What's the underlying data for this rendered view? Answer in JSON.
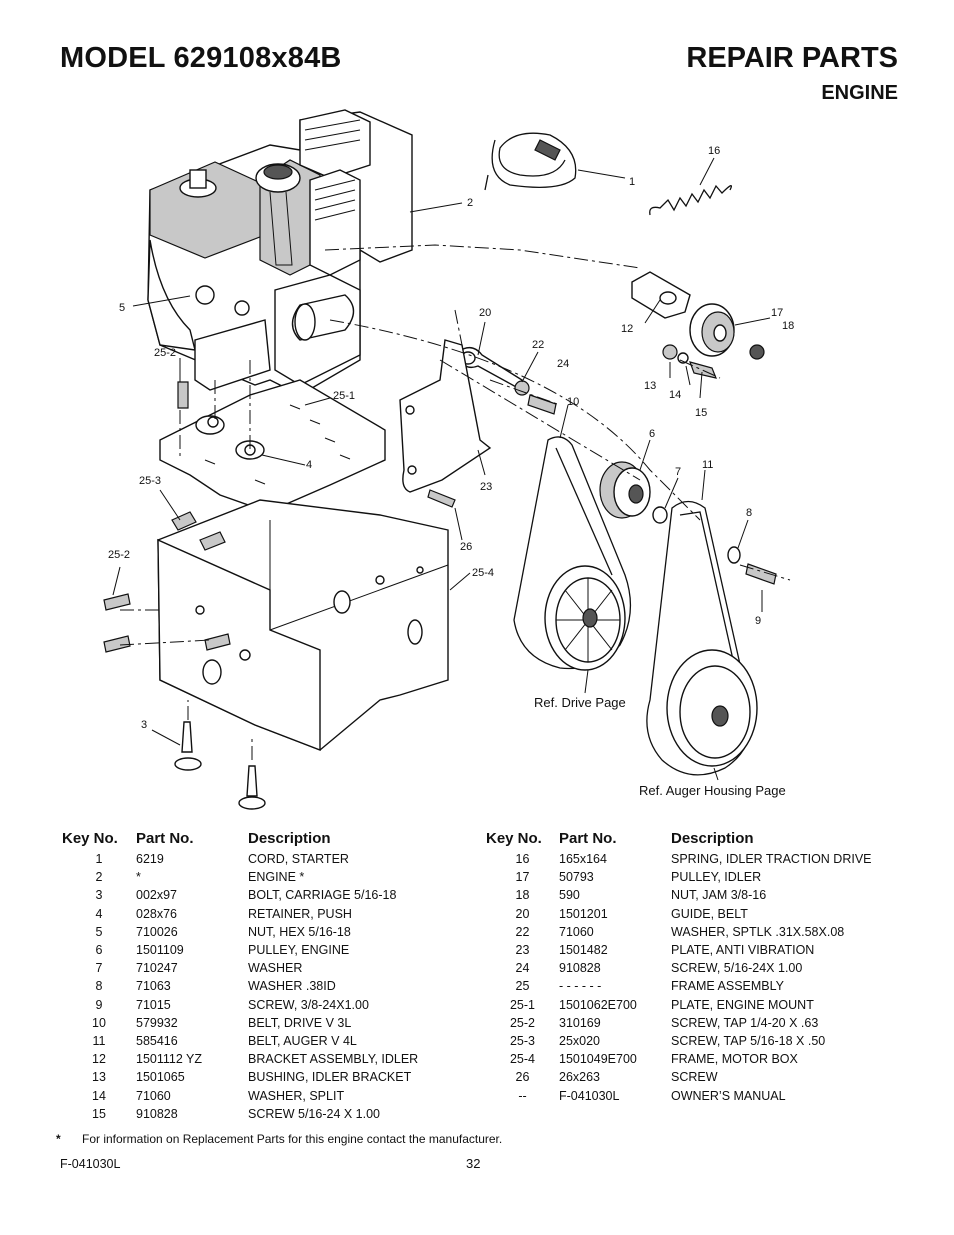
{
  "header": {
    "model": "MODEL 629108x84B",
    "section": "REPAIR PARTS",
    "subsection": "ENGINE"
  },
  "diagram": {
    "callouts": [
      "16",
      "1",
      "2",
      "5",
      "25-2",
      "25-1",
      "4",
      "25-3",
      "25-2",
      "3",
      "20",
      "22",
      "24",
      "12",
      "17",
      "18",
      "13",
      "14",
      "15",
      "10",
      "6",
      "7",
      "11",
      "8",
      "9",
      "23",
      "26",
      "25-4"
    ],
    "ref_drive": "Ref. Drive Page",
    "ref_auger": "Ref. Auger Housing Page"
  },
  "table": {
    "headers": {
      "key": "Key No.",
      "part": "Part No.",
      "desc": "Description"
    },
    "left": [
      {
        "key": "1",
        "part": "6219",
        "desc": "CORD, STARTER"
      },
      {
        "key": "2",
        "part": "*",
        "desc": "ENGINE  *"
      },
      {
        "key": "3",
        "part": "002x97",
        "desc": "BOLT, CARRIAGE 5/16-18"
      },
      {
        "key": "4",
        "part": "028x76",
        "desc": "RETAINER, PUSH"
      },
      {
        "key": "5",
        "part": "710026",
        "desc": "NUT, HEX  5/16-18"
      },
      {
        "key": "6",
        "part": "1501109",
        "desc": "PULLEY, ENGINE"
      },
      {
        "key": "7",
        "part": "710247",
        "desc": "WASHER"
      },
      {
        "key": "8",
        "part": "71063",
        "desc": "WASHER .38ID"
      },
      {
        "key": "9",
        "part": "71015",
        "desc": "SCREW,  3/8-24X1.00"
      },
      {
        "key": "10",
        "part": "579932",
        "desc": "BELT, DRIVE V 3L"
      },
      {
        "key": "11",
        "part": "585416",
        "desc": "BELT, AUGER V 4L"
      },
      {
        "key": "12",
        "part": "1501112 YZ",
        "desc": "BRACKET ASSEMBLY, IDLER"
      },
      {
        "key": "13",
        "part": "1501065",
        "desc": "BUSHING, IDLER BRACKET"
      },
      {
        "key": "14",
        "part": "71060",
        "desc": "WASHER, SPLIT"
      },
      {
        "key": "15",
        "part": "910828",
        "desc": "SCREW 5/16-24 X 1.00"
      }
    ],
    "right": [
      {
        "key": "16",
        "part": "165x164",
        "desc": "SPRING, IDLER TRACTION DRIVE"
      },
      {
        "key": "17",
        "part": "50793",
        "desc": "PULLEY, IDLER"
      },
      {
        "key": "18",
        "part": "590",
        "desc": "NUT,  JAM 3/8-16"
      },
      {
        "key": "20",
        "part": "1501201",
        "desc": "GUIDE, BELT"
      },
      {
        "key": "22",
        "part": "71060",
        "desc": "WASHER, SPTLK .31X.58X.08"
      },
      {
        "key": "23",
        "part": "1501482",
        "desc": "PLATE, ANTI VIBRATION"
      },
      {
        "key": "24",
        "part": "910828",
        "desc": "SCREW,  5/16-24X 1.00"
      },
      {
        "key": "25",
        "part": "- - - - - -",
        "desc": "FRAME ASSEMBLY"
      },
      {
        "key": "25-1",
        "part": "1501062E700",
        "desc": "PLATE, ENGINE MOUNT"
      },
      {
        "key": "25-2",
        "part": "310169",
        "desc": "SCREW, TAP 1/4-20 X .63"
      },
      {
        "key": "25-3",
        "part": "25x020",
        "desc": "SCREW, TAP 5/16-18 X .50"
      },
      {
        "key": "25-4",
        "part": "1501049E700",
        "desc": "FRAME, MOTOR BOX"
      },
      {
        "key": "26",
        "part": "26x263",
        "desc": "SCREW"
      },
      {
        "key": "--",
        "part": "F-041030L",
        "desc": "OWNER’S MANUAL"
      }
    ]
  },
  "footnote": {
    "symbol": "*",
    "text": "For information on Replacement Parts for this engine contact the manufacturer."
  },
  "footer": {
    "doc_number": "F-041030L",
    "page_number": "32"
  }
}
